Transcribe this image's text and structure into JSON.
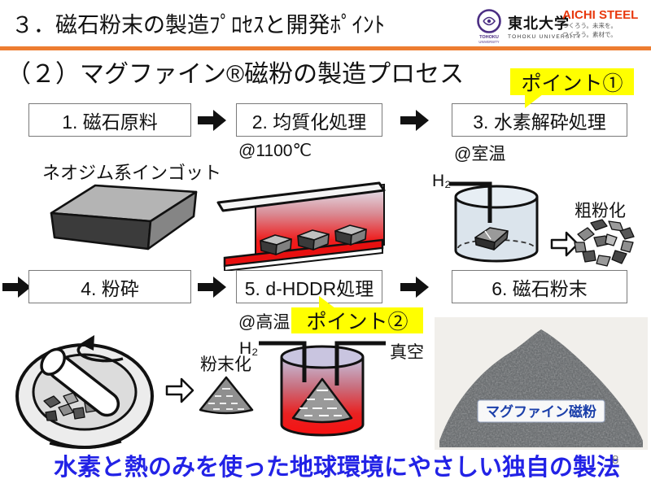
{
  "slide": {
    "title": "３．磁石粉末の製造ﾌﾟﾛｾｽと開発ﾎﾟｲﾝﾄ",
    "subtitle": "（２）マグファイン®磁粉の製造プロセス",
    "footer_message": "水素と熱のみを使った地球環境にやさしい独自の製法",
    "page_number": "8"
  },
  "logos": {
    "tohoku": {
      "name_jp": "東北大学",
      "name_en": "TOHOKU UNIVERSITY",
      "emblem_text": "TOHOKU",
      "color": "#4B2E83"
    },
    "aichi": {
      "name": "AICHI STEEL",
      "tagline1": "つくろう。未来を。",
      "tagline2": "つくろう。素材で。",
      "color": "#E8380D"
    }
  },
  "callouts": {
    "point1": "ポイント①",
    "point2": "ポイント②",
    "highlight_color": "#FFFF00"
  },
  "process": {
    "steps": [
      {
        "label": "1. 磁石原料"
      },
      {
        "label": "2. 均質化処理",
        "condition": "@1100℃"
      },
      {
        "label": "3. 水素解砕処理",
        "condition": "@室温"
      },
      {
        "label": "4. 粉砕"
      },
      {
        "label": "5. d-HDDR処理",
        "condition": "@高温"
      },
      {
        "label": "6. 磁石粉末"
      }
    ]
  },
  "annotations": {
    "ingot_label": "ネオジム系インゴット",
    "h2_room": "H₂",
    "coarse_label": "粗粉化",
    "powder_label": "粉末化",
    "h2_hot": "H₂",
    "vacuum_label": "真空",
    "product_label": "マグファイン磁粉"
  },
  "colors": {
    "accent_orange": "#ED7D31",
    "footer_blue": "#2222E6",
    "highlight_yellow": "#FFFF00"
  }
}
